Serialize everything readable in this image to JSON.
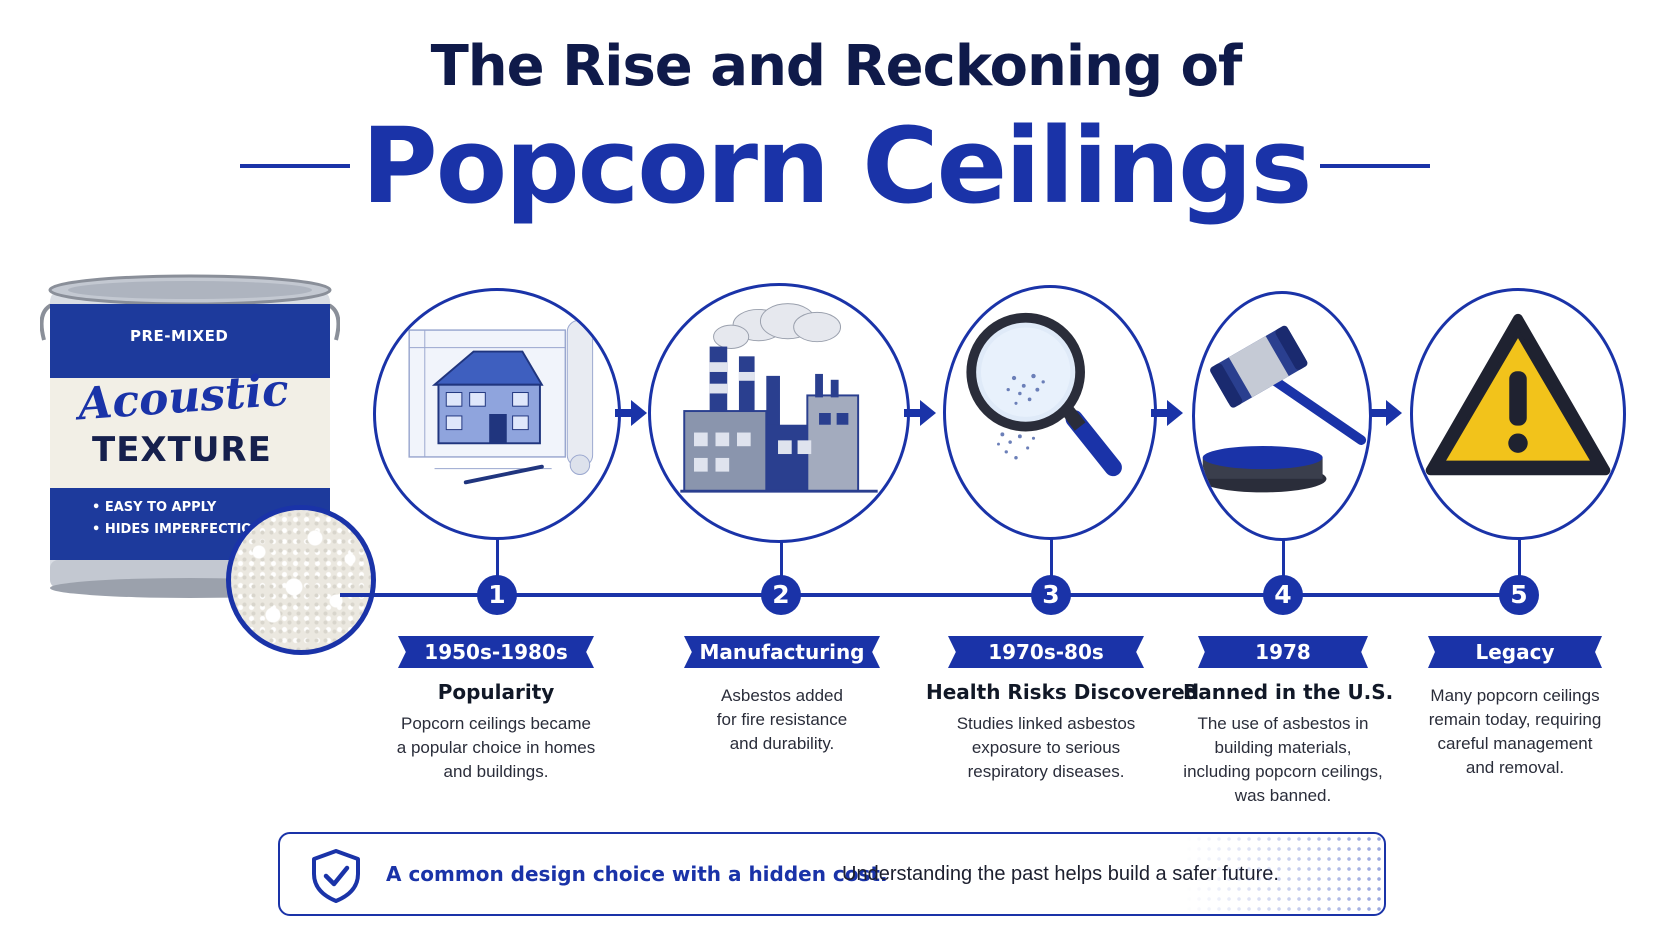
{
  "title": {
    "line1": "The Rise and Reckoning of",
    "line2": "Popcorn Ceilings"
  },
  "can": {
    "top_label": "PRE-MIXED",
    "script_label": "Acoustic",
    "main_label": "TEXTURE",
    "bullets": [
      "• EASY TO APPLY",
      "• HIDES IMPERFECTIONS"
    ]
  },
  "steps": [
    {
      "number": "1",
      "tag": "1950s-1980s",
      "heading": "Popularity",
      "lines": [
        "Popcorn ceilings became",
        "a popular choice in homes",
        "and buildings."
      ],
      "icon": "house-blueprint-icon"
    },
    {
      "number": "2",
      "tag": "Manufacturing",
      "heading": "",
      "lines": [
        "Asbestos added",
        "for fire resistance",
        "and durability."
      ],
      "icon": "factory-icon"
    },
    {
      "number": "3",
      "tag": "1970s-80s",
      "heading": "Health Risks Discovered",
      "lines": [
        "Studies linked asbestos",
        "exposure to serious",
        "respiratory diseases."
      ],
      "icon": "magnifying-glass-icon"
    },
    {
      "number": "4",
      "tag": "1978",
      "heading": "Banned in the U.S.",
      "lines": [
        "The use of asbestos in",
        "building materials,",
        "including popcorn ceilings,",
        "was banned."
      ],
      "icon": "gavel-icon"
    },
    {
      "number": "5",
      "tag": "Legacy",
      "heading": "",
      "lines": [
        "Many popcorn ceilings",
        "remain today, requiring",
        "careful management",
        "and removal."
      ],
      "icon": "warning-sign-icon"
    }
  ],
  "footer": {
    "strong": "A common design choice with a hidden cost.",
    "text": "Understanding the past helps build a safer future.",
    "icon": "shield-check-icon"
  },
  "colors": {
    "primary_blue": "#1a33a8",
    "navy": "#0f1a4a",
    "warning_yellow": "#f2c31b"
  }
}
